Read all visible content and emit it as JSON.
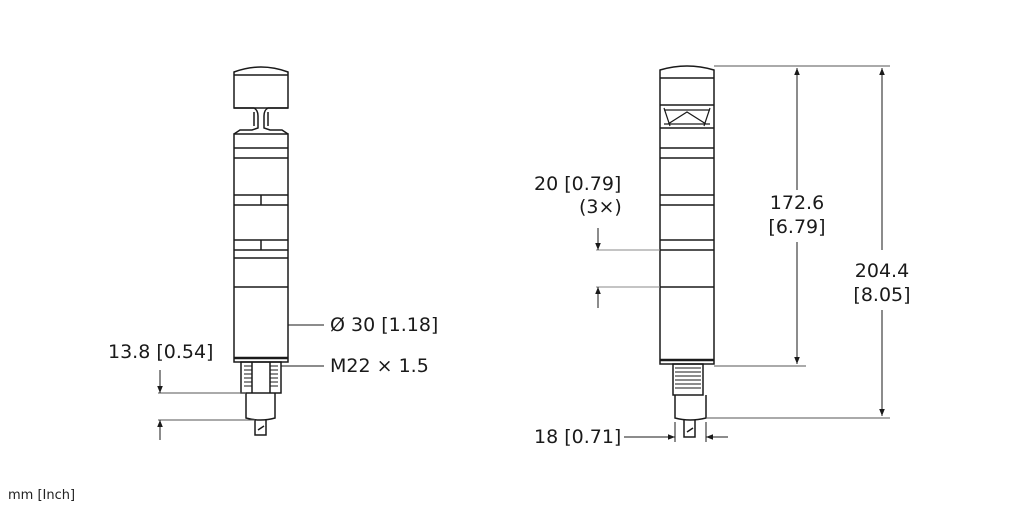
{
  "left_view": {
    "diameter_label": "Ø 30 [1.18]",
    "thread_label": "M22 × 1.5",
    "thread_length_label": "13.8 [0.54]"
  },
  "right_view": {
    "segment_height_label": "20 [0.79]",
    "segment_count_label": "(3×)",
    "body_height_label_mm": "172.6",
    "body_height_label_in": "[6.79]",
    "total_height_label_mm": "204.4",
    "total_height_label_in": "[8.05]",
    "connector_width_label": "18 [0.71]"
  },
  "units_note": "mm [Inch]",
  "colors": {
    "line": "#1a1a1a",
    "dim": "#333333"
  }
}
